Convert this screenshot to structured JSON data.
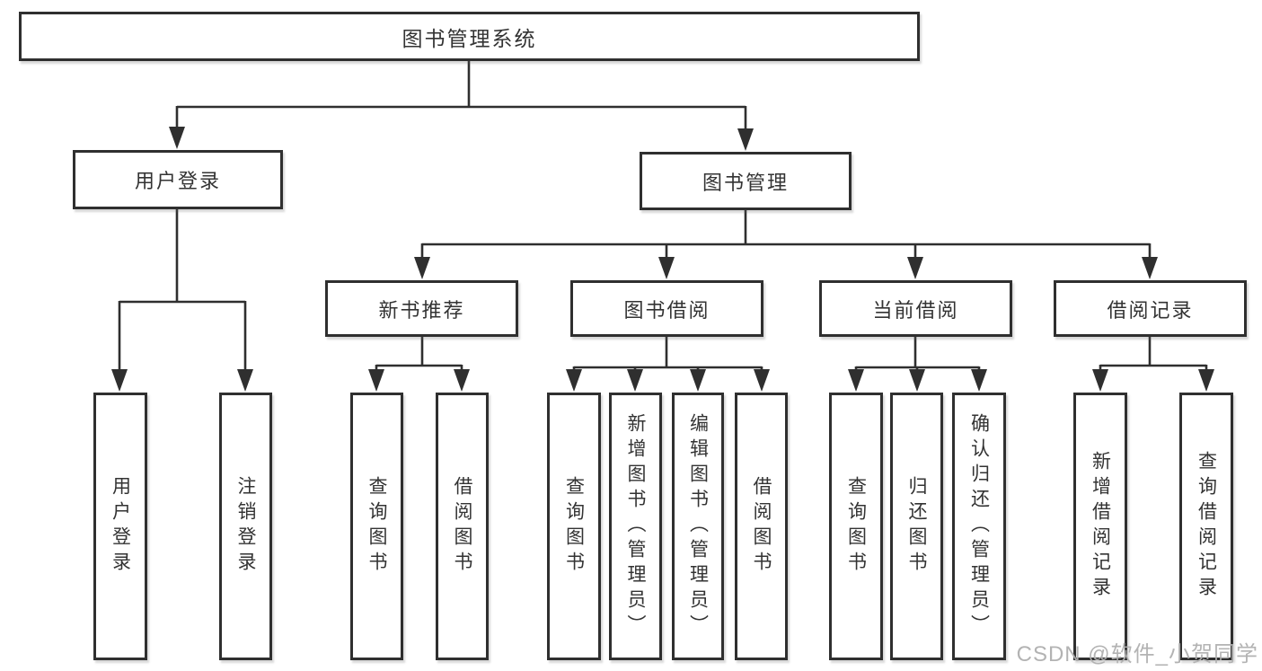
{
  "diagram": {
    "title": "图书管理系统",
    "nodes": {
      "root": "图书管理系统",
      "user_login": "用户登录",
      "book_mgmt": "图书管理",
      "new_book_rec": "新书推荐",
      "book_borrow": "图书借阅",
      "current_borrow": "当前借阅",
      "borrow_record": "借阅记录",
      "leaf_user_login": "用户登录",
      "leaf_logout": "注销登录",
      "rec_query_book": "查询图书",
      "rec_borrow_book": "借阅图书",
      "bor_query_book": "查询图书",
      "bor_add_book": "新增图书（管理员）",
      "bor_edit_book": "编辑图书（管理员）",
      "bor_borrow_book": "借阅图书",
      "cur_query_book": "查询图书",
      "cur_return_book": "归还图书",
      "cur_confirm_return": "确认归还（管理员）",
      "log_add_record": "新增借阅记录",
      "log_query_record": "查询借阅记录"
    },
    "hierarchy": {
      "图书管理系统": {
        "用户登录": [
          "用户登录",
          "注销登录"
        ],
        "图书管理": {
          "新书推荐": [
            "查询图书",
            "借阅图书"
          ],
          "图书借阅": [
            "查询图书",
            "新增图书（管理员）",
            "编辑图书（管理员）",
            "借阅图书"
          ],
          "当前借阅": [
            "查询图书",
            "归还图书",
            "确认归还（管理员）"
          ],
          "借阅记录": [
            "新增借阅记录",
            "查询借阅记录"
          ]
        }
      }
    }
  },
  "watermark": {
    "text": "CSDN @软件_小贺同学"
  },
  "colors": {
    "line": "#2f2f2f",
    "box_border": "#2f2f2f",
    "box_bg": "#ffffff",
    "text": "#333333",
    "watermark": "#afafaf"
  }
}
